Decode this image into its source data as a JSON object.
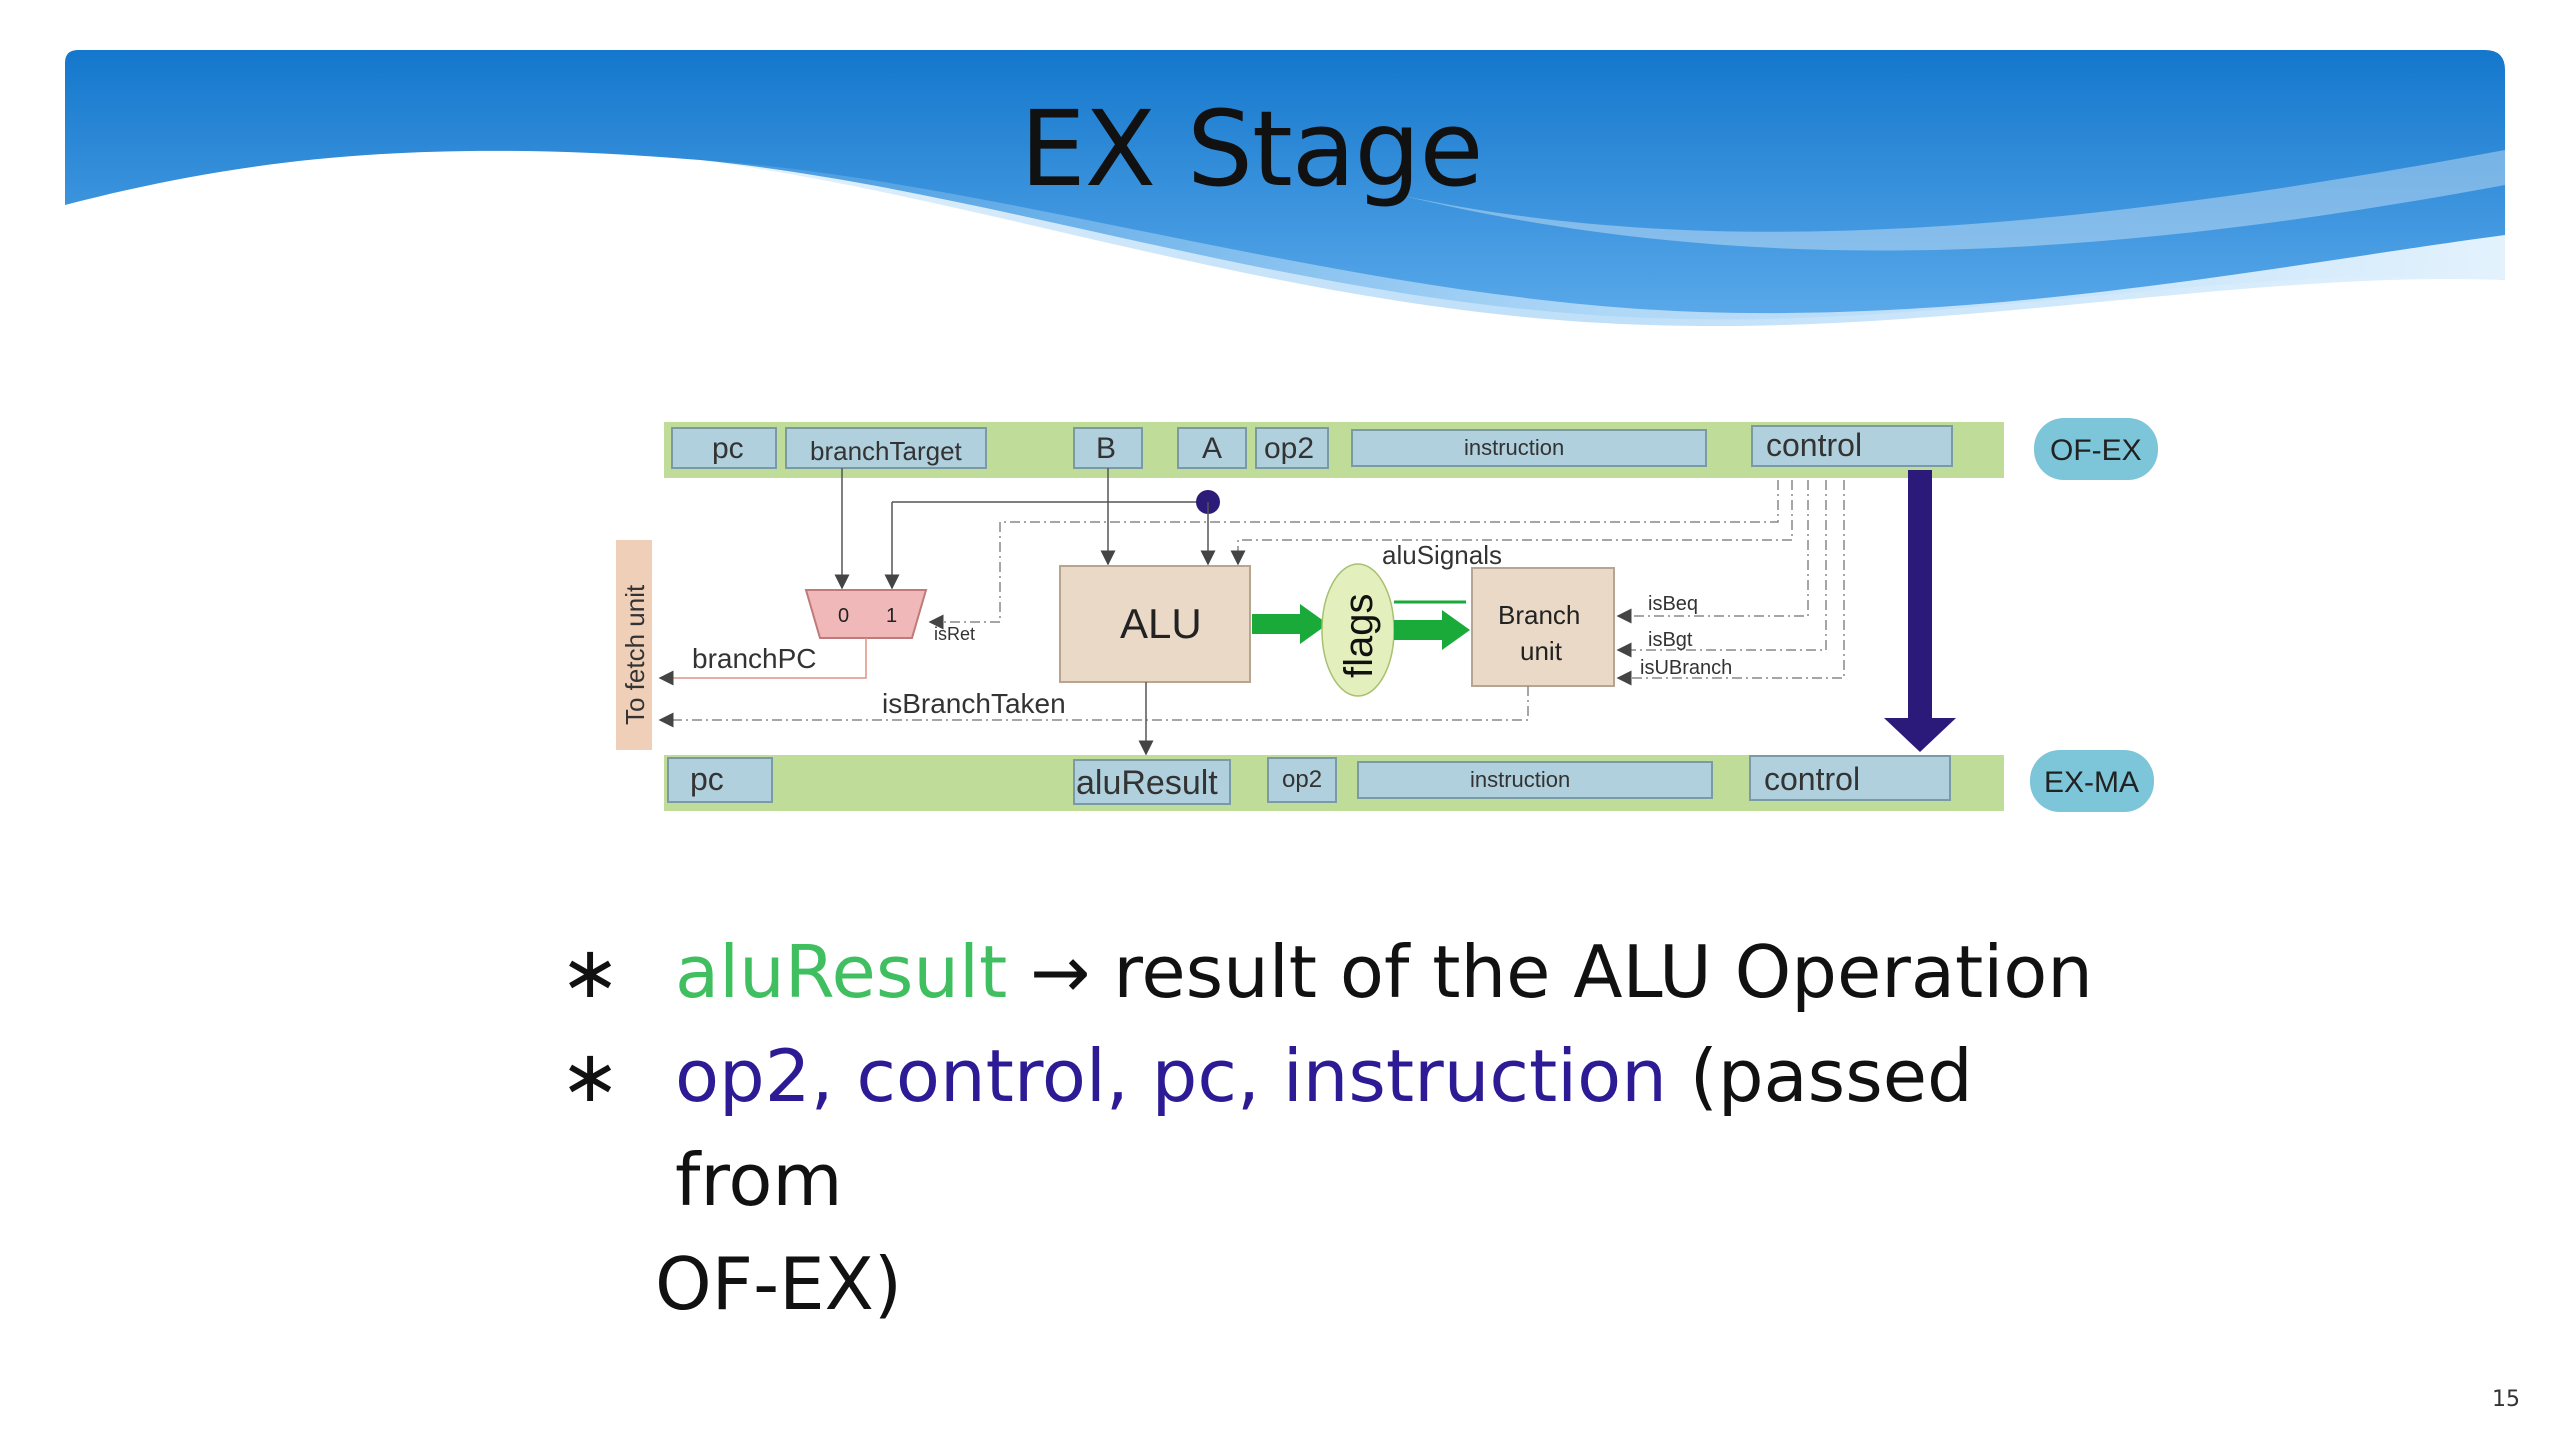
{
  "slide": {
    "title": "EX Stage",
    "page_number": "15"
  },
  "diagram": {
    "top_register": {
      "name": "OF-EX",
      "fields": [
        "pc",
        "branchTarget",
        "B",
        "A",
        "op2",
        "instruction",
        "control"
      ]
    },
    "bottom_register": {
      "name": "EX-MA",
      "fields": [
        "pc",
        "aluResult",
        "op2",
        "instruction",
        "control"
      ]
    },
    "fetch_unit_label": "To fetch unit",
    "mux": {
      "input0": "0",
      "input1": "1",
      "select": "isRet"
    },
    "labels": {
      "branchPC": "branchPC",
      "isBranchTaken": "isBranchTaken",
      "aluSignals": "aluSignals",
      "alu": "ALU",
      "flags": "flags",
      "branch_unit_line1": "Branch",
      "branch_unit_line2": "unit",
      "isBeq": "isBeq",
      "isBgt": "isBgt",
      "isUBranch": "isUBranch"
    },
    "colors": {
      "register_bar": "#bfdc98",
      "field_box": "#afd0dc",
      "register_badge": "#7dc5d8",
      "alu_box": "#ead9c7",
      "flags_ellipse": "#e3f0bd",
      "green_arrow": "#1aaa3a",
      "control_arrow": "#2b1a7a",
      "mux": "#f0b8b8"
    }
  },
  "bullets": [
    {
      "keyword": "aluResult",
      "arrow": "→",
      "text": " result of the ALU Operation"
    },
    {
      "keyword": "op2, control, pc, instruction",
      "text": " (passed from",
      "continuation": "OF-EX)"
    }
  ]
}
